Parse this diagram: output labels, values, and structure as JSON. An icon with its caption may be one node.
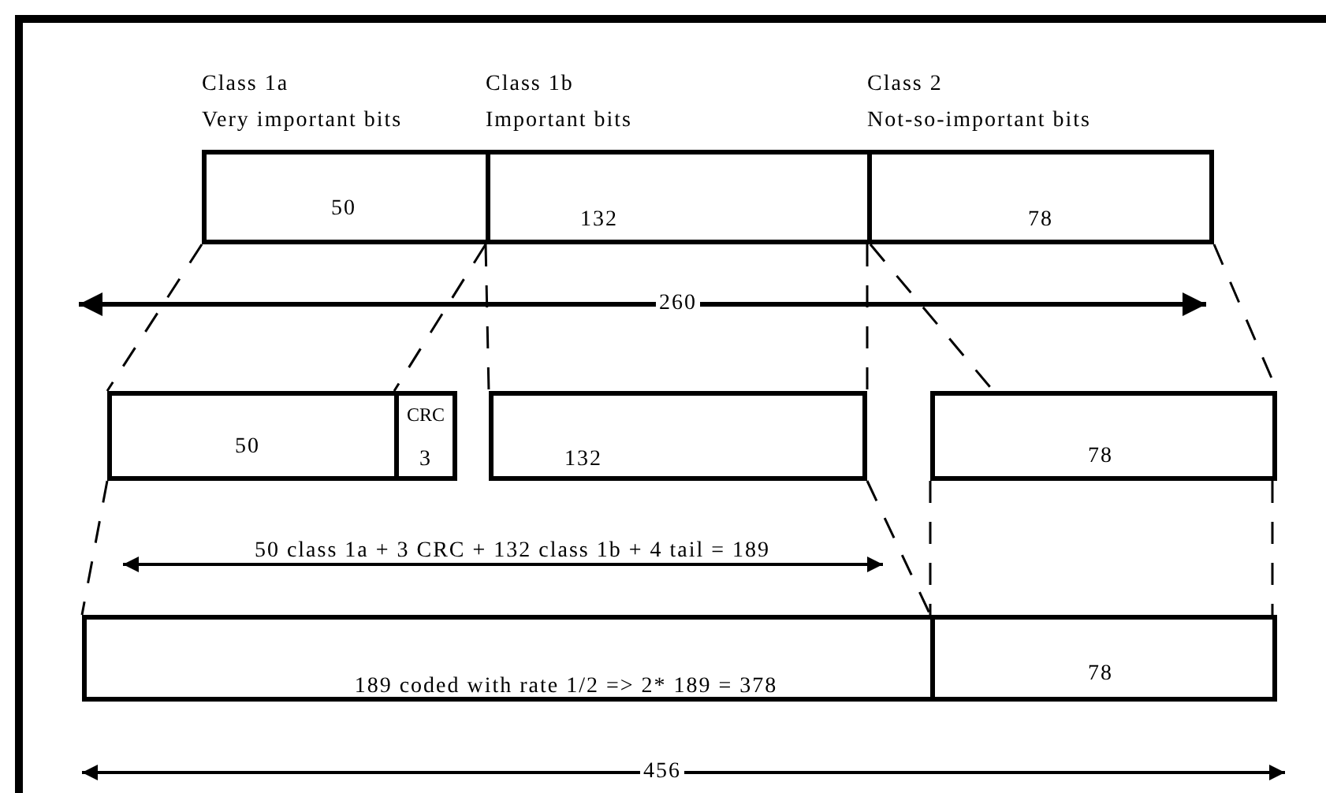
{
  "diagram": {
    "nodes": [
      {
        "text": [
          "Class 1a",
          "Very important bits",
          "50"
        ]
      },
      {
        "text": [
          "Class 1b",
          "Important bits",
          "132"
        ]
      },
      {
        "text": [
          "Class 2",
          "Not-so-important bits",
          "78"
        ]
      },
      {
        "text": [
          "50"
        ]
      },
      {
        "text": [
          "CRC",
          "3"
        ]
      },
      {
        "text": [
          "132"
        ]
      },
      {
        "text": [
          "78"
        ]
      },
      {
        "text": [
          "189 coded with rate 1/2 => 2* 189 = 378"
        ]
      },
      {
        "text": [
          "78"
        ]
      }
    ],
    "edges": [
      {
        "from": 0,
        "to": 3,
        "arrow": "none",
        "style": "dashed"
      },
      {
        "from": 0,
        "to": 3,
        "arrow": "none",
        "style": "dashed"
      },
      {
        "from": 1,
        "to": 5,
        "arrow": "none",
        "style": "dashed"
      },
      {
        "from": 1,
        "to": 5,
        "arrow": "none",
        "style": "dashed"
      },
      {
        "from": 2,
        "to": 6,
        "arrow": "none",
        "style": "dashed"
      },
      {
        "from": 2,
        "to": 6,
        "arrow": "none",
        "style": "dashed"
      },
      {
        "from": 3,
        "to": 7,
        "arrow": "none",
        "style": "dashed"
      },
      {
        "from": 5,
        "to": 7,
        "arrow": "none",
        "style": "dashed"
      },
      {
        "from": 6,
        "to": 8,
        "arrow": "none",
        "style": "dashed"
      },
      {
        "from": 6,
        "to": 8,
        "arrow": "none",
        "style": "dashed"
      }
    ],
    "labels": [
      "260",
      "50 class 1a + 3 CRC + 132 class 1b + 4 tail = 189",
      "456"
    ]
  }
}
